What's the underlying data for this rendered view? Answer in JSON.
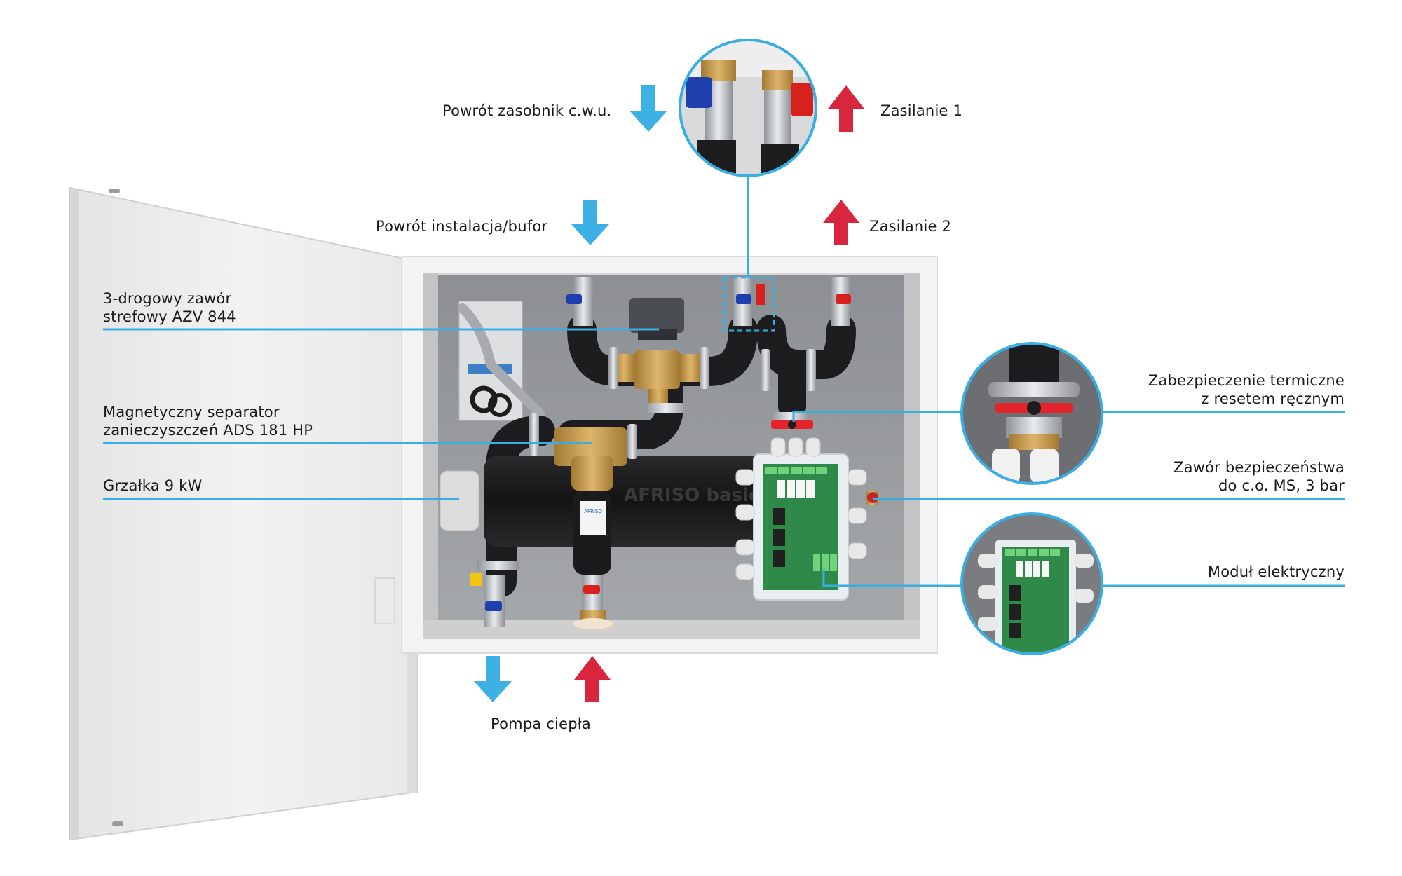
{
  "colors": {
    "callout": "#3aaee3",
    "return_arrow": "#3db1e6",
    "supply_arrow": "#d7263d",
    "cabinet_interior": "#8f9296",
    "insulation": "#1d1d1f",
    "brass": "#c4994d"
  },
  "top_labels": {
    "powrot_zasobnik": "Powrót zasobnik c.w.u.",
    "zasilanie_1": "Zasilanie 1",
    "powrot_instalacja": "Powrót instalacja/bufor",
    "zasilanie_2": "Zasilanie 2"
  },
  "left_callouts": [
    {
      "line1": "3-drogowy zawór",
      "line2": "strefowy AZV 844"
    },
    {
      "line1": "Magnetyczny separator",
      "line2": "zanieczyszczeń ADS 181 HP"
    },
    {
      "line1": "Grzałka 9 kW"
    }
  ],
  "right_callouts": [
    {
      "line1": "Zabezpieczenie termiczne",
      "line2": "z resetem ręcznym"
    },
    {
      "line1": "Zawór bezpieczeństwa",
      "line2": "do c.o. MS, 3 bar"
    },
    {
      "line1": "Moduł elektryczny"
    }
  ],
  "bottom_label": "Pompa ciepła",
  "product_branding": {
    "tank_print": "AFRISO basic",
    "separator_label": "AFRISO"
  },
  "arrows": [
    {
      "name": "powrot-zasobnik-arrow",
      "direction": "down",
      "type": "return"
    },
    {
      "name": "zasilanie-1-arrow",
      "direction": "up",
      "type": "supply"
    },
    {
      "name": "powrot-instalacja-arrow",
      "direction": "down",
      "type": "return"
    },
    {
      "name": "zasilanie-2-arrow",
      "direction": "up",
      "type": "supply"
    },
    {
      "name": "pompa-return-arrow",
      "direction": "down",
      "type": "return"
    },
    {
      "name": "pompa-supply-arrow",
      "direction": "up",
      "type": "supply"
    }
  ]
}
